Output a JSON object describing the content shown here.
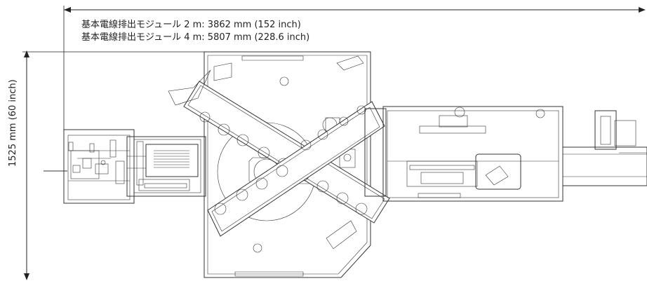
{
  "dimensions": {
    "length_module_2": "基本電線排出モジュール 2 m: 3862 mm (152 inch)",
    "length_module_4": "基本電線排出モジュール 4 m: 5807 mm (228.6 inch)",
    "height": "1525 mm (60 inch)"
  },
  "colors": {
    "line": "#333333",
    "background": "#ffffff"
  },
  "icons": [
    "arrow-left-icon",
    "arrow-right-icon",
    "arrow-up-icon",
    "arrow-down-icon"
  ]
}
